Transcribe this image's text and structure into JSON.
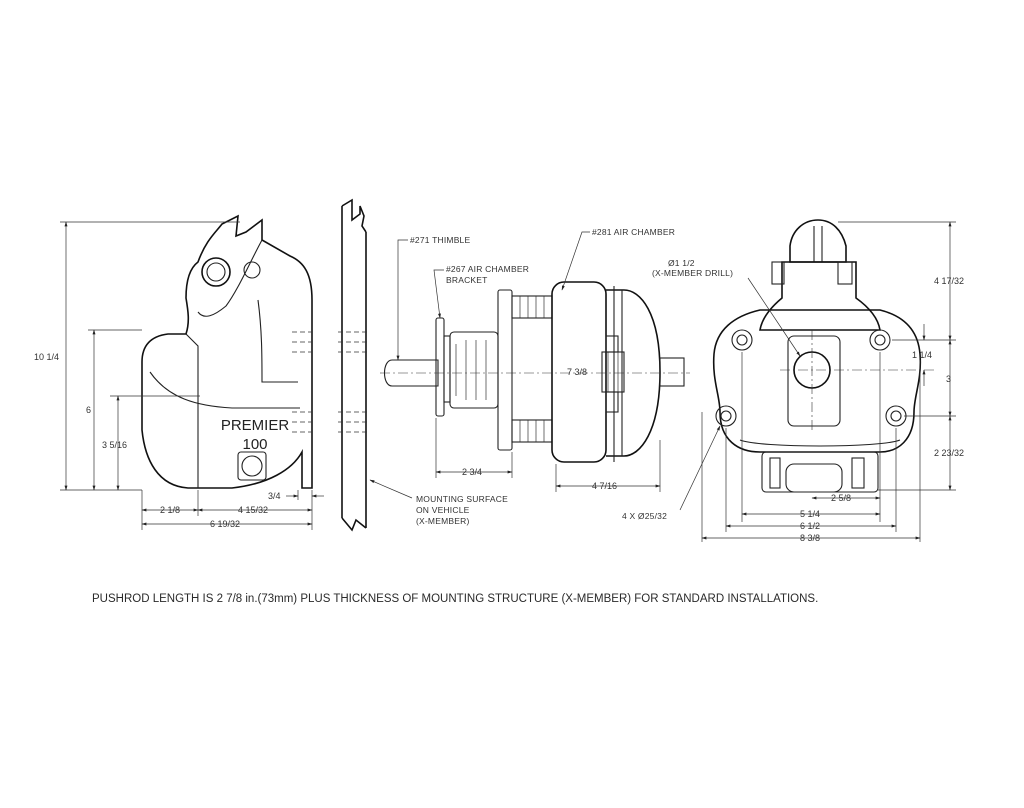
{
  "brand": {
    "line1": "PREMIER",
    "line2": "100"
  },
  "side_view": {
    "dims": {
      "height_total": "10 1/4",
      "height_6": "6",
      "height_3_5_16": "3 5/16",
      "w_2_1_8": "2 1/8",
      "w_4_15_32": "4 15/32",
      "w_6_19_32": "6 19/32",
      "w_3_4": "3/4"
    }
  },
  "mounting_view": {
    "label": [
      "MOUNTING SURFACE",
      "ON VEHICLE",
      "(X-MEMBER)"
    ]
  },
  "chamber_view": {
    "labels": {
      "thimble": "#271 THIMBLE",
      "bracket": [
        "#267 AIR CHAMBER",
        "BRACKET"
      ],
      "air_chamber": "#281 AIR CHAMBER"
    },
    "dims": {
      "d_7_3_8": "7 3/8",
      "w_2_3_4": "2 3/4",
      "w_4_7_16": "4 7/16"
    }
  },
  "front_view": {
    "labels": {
      "drill": [
        "Ø1 1/2",
        "(X-MEMBER DRILL)"
      ],
      "holes": "4 X Ø25/32"
    },
    "dims": {
      "h_4_17_32": "4 17/32",
      "h_1_1_4": "1 1/4",
      "h_3": "3",
      "h_2_23_32": "2 23/32",
      "w_2_5_8": "2 5/8",
      "w_5_1_4": "5 1/4",
      "w_6_1_2": "6 1/2",
      "w_8_3_8": "8 3/8"
    }
  },
  "footnote": "PUSHROD LENGTH IS 2 7/8 in.(73mm) PLUS THICKNESS OF MOUNTING STRUCTURE (X-MEMBER) FOR STANDARD INSTALLATIONS."
}
